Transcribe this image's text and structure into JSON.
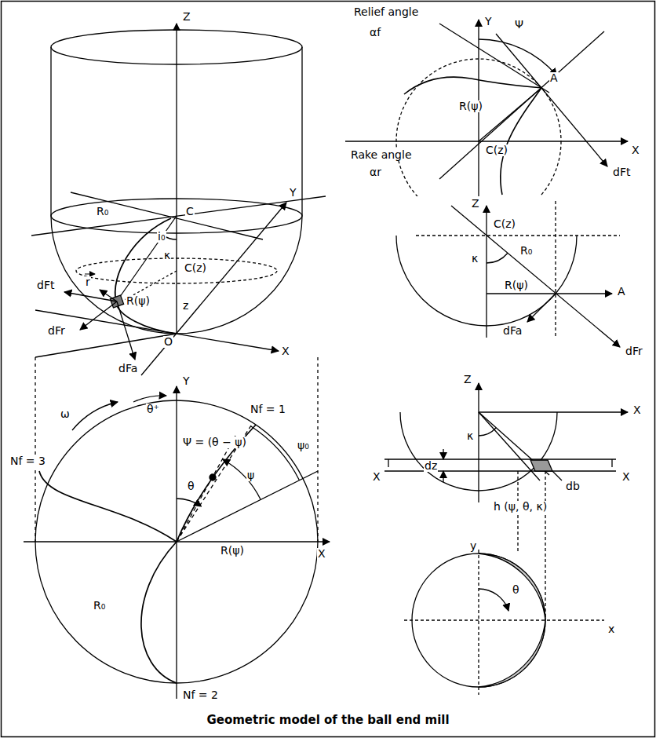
{
  "diagram": {
    "caption": "Geometric model of the ball end mill",
    "labels": [
      "Z",
      "R₀",
      "C",
      "i₀",
      "κ",
      "C(z)",
      "r",
      "dFt",
      "R(ψ)",
      "Y",
      "z",
      "dFr",
      "O",
      "X",
      "dFa",
      "Y",
      "Relief angle",
      "αf",
      "Ψ",
      "A",
      "dFt",
      "R(ψ)",
      "X",
      "Rake angle",
      "αr",
      "C(z)",
      "Z",
      "C(z)",
      "κ",
      "R₀",
      "R(ψ)",
      "A",
      "dFa",
      "dFr",
      "Y",
      "ω",
      "θ⁺",
      "Nf = 1",
      "Ψ = (θ − ψ)",
      "ψ₀",
      "Nf = 3",
      "θ",
      "ψ",
      "R(ψ)",
      "X",
      "R₀",
      "Nf = 2",
      "Z",
      "X",
      "κ",
      "dz",
      "X",
      "X",
      "db",
      "h (ψ, θ, κ)",
      "y",
      "θ",
      "x"
    ]
  }
}
